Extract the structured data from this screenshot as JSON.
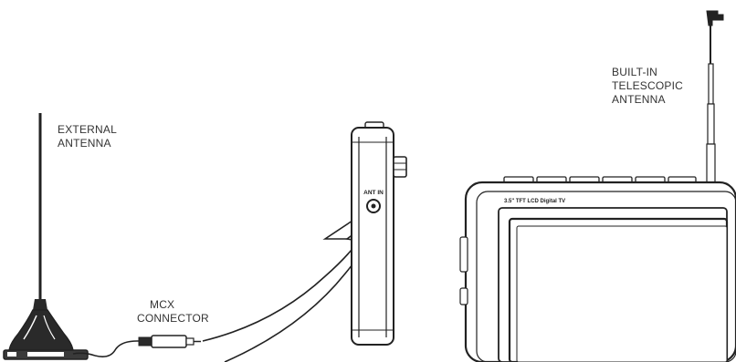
{
  "labels": {
    "external_antenna": [
      "EXTERNAL",
      "ANTENNA"
    ],
    "mcx_connector": [
      "MCX",
      "CONNECTOR"
    ],
    "builtin_antenna": [
      "BUILT-IN",
      "TELESCOPIC",
      "ANTENNA"
    ],
    "ant_in": "ANT IN",
    "tv_model": "3.5\" TFT LCD Digital TV"
  },
  "colors": {
    "line": "#222222",
    "fill_dark": "#2a2a2a",
    "fill_light": "#ffffff",
    "text": "#333333"
  }
}
